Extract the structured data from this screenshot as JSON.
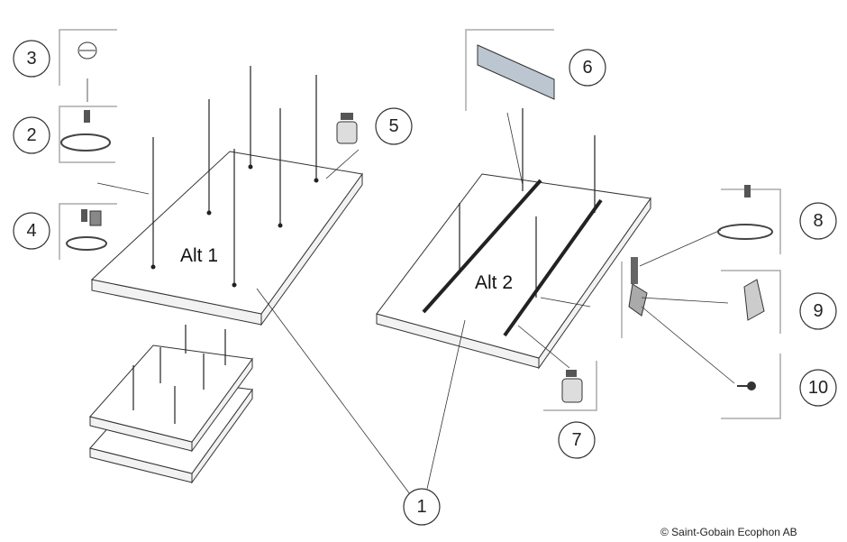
{
  "diagram": {
    "callouts": [
      "1",
      "2",
      "3",
      "4",
      "5",
      "6",
      "7",
      "8",
      "9",
      "10"
    ],
    "alt1_label": "Alt 1",
    "alt2_label": "Alt 2",
    "copyright": "© Saint-Gobain Ecophon AB"
  }
}
